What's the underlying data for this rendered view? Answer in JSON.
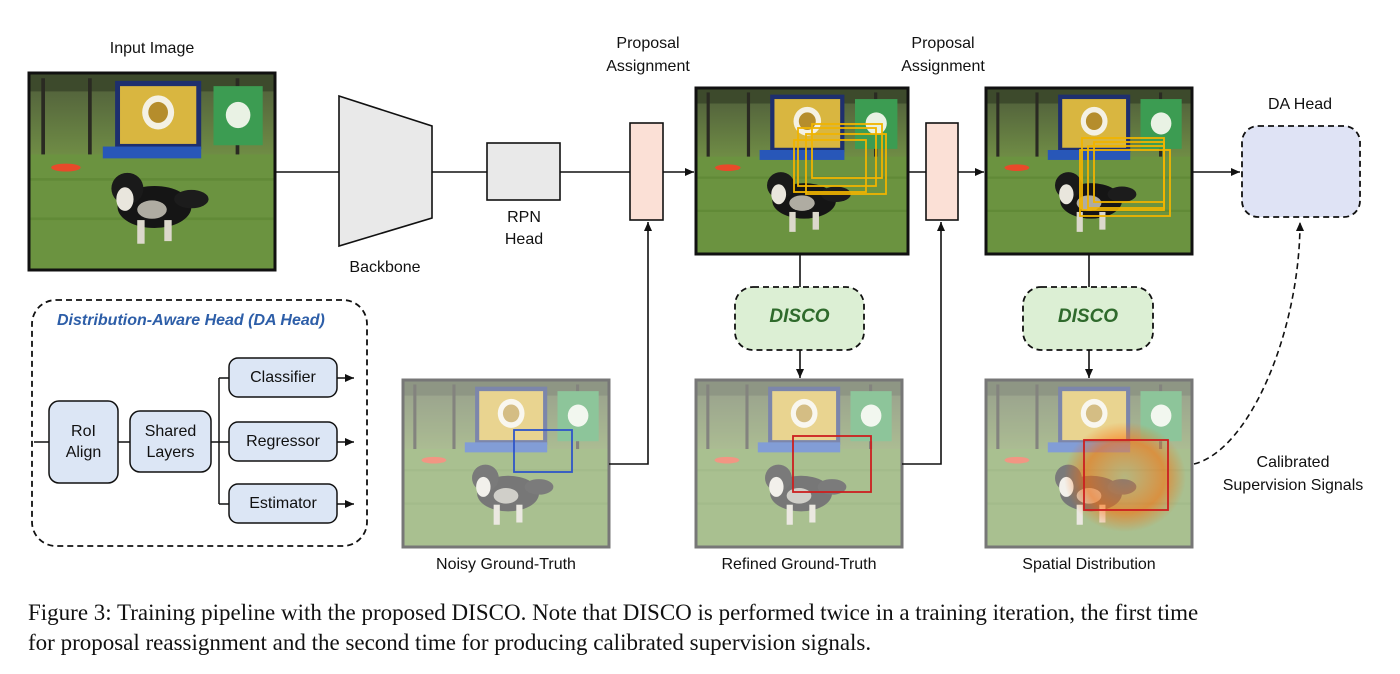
{
  "labels": {
    "input_image": "Input Image",
    "backbone": "Backbone",
    "rpn_head_1": "RPN",
    "rpn_head_2": "Head",
    "proposal_assignment_1a": "Proposal",
    "proposal_assignment_1b": "Assignment",
    "proposal_assignment_2a": "Proposal",
    "proposal_assignment_2b": "Assignment",
    "da_head": "DA Head",
    "disco_1": "DISCO",
    "disco_2": "DISCO",
    "noisy_gt": "Noisy Ground-Truth",
    "refined_gt": "Refined Ground-Truth",
    "spatial_distribution": "Spatial Distribution",
    "calibrated_1": "Calibrated",
    "calibrated_2": "Supervision Signals"
  },
  "da_head_panel": {
    "title": "Distribution-Aware Head (DA Head)",
    "roi_align_1": "RoI",
    "roi_align_2": "Align",
    "shared_1": "Shared",
    "shared_2": "Layers",
    "classifier": "Classifier",
    "regressor": "Regressor",
    "estimator": "Estimator"
  },
  "caption": {
    "line1": "Figure 3: Training pipeline with the proposed DISCO. Note that DISCO is performed twice in a training iteration, the first time",
    "line2": "for proposal reassignment and the second time for producing calibrated supervision signals."
  },
  "colors": {
    "grass": "#5f8a38",
    "proposal_box": "#f0b400",
    "noisy_box": "#2f55c8",
    "refined_box": "#cc1f1f",
    "disco_fill": "#dcefd4",
    "da_fill": "#dfe3f5",
    "assign_fill": "#fbe0d6",
    "head_fill": "#dce6f5"
  }
}
